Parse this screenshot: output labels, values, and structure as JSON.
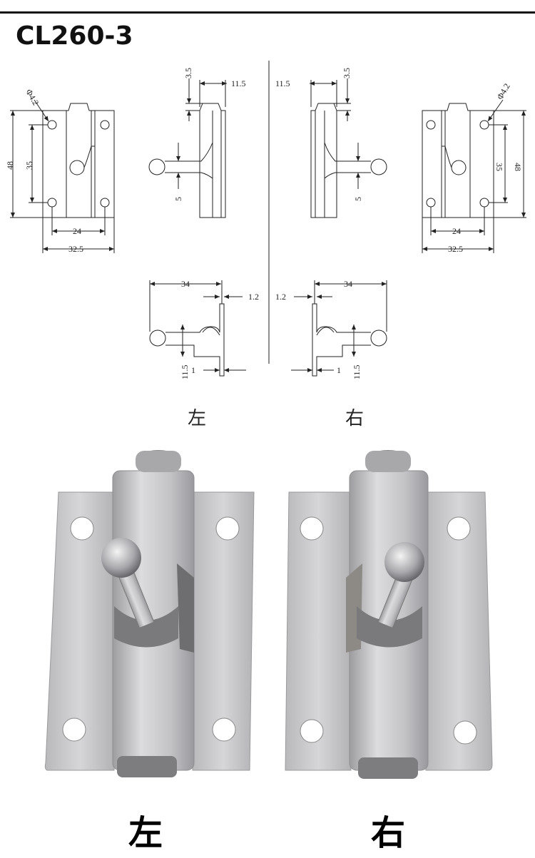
{
  "header": {
    "model": "CL260-3"
  },
  "drawings": {
    "hole_diameter": "Φ4.2",
    "height": "48",
    "hole_spacing_v": "35",
    "hole_spacing_h": "24",
    "width": "32.5",
    "top_offset": "3.5",
    "thickness": "11.5",
    "pin_offset": "5",
    "total_length": "34",
    "plate_thickness": "1.2",
    "base_height": "11.5",
    "base_thickness": "1"
  },
  "labels": {
    "left_small": "左",
    "right_small": "右",
    "left_big": "左",
    "right_big": "右"
  },
  "colors": {
    "line": "#222222",
    "metal": "#c9c9cb",
    "metal_dark": "#8f8f92"
  }
}
